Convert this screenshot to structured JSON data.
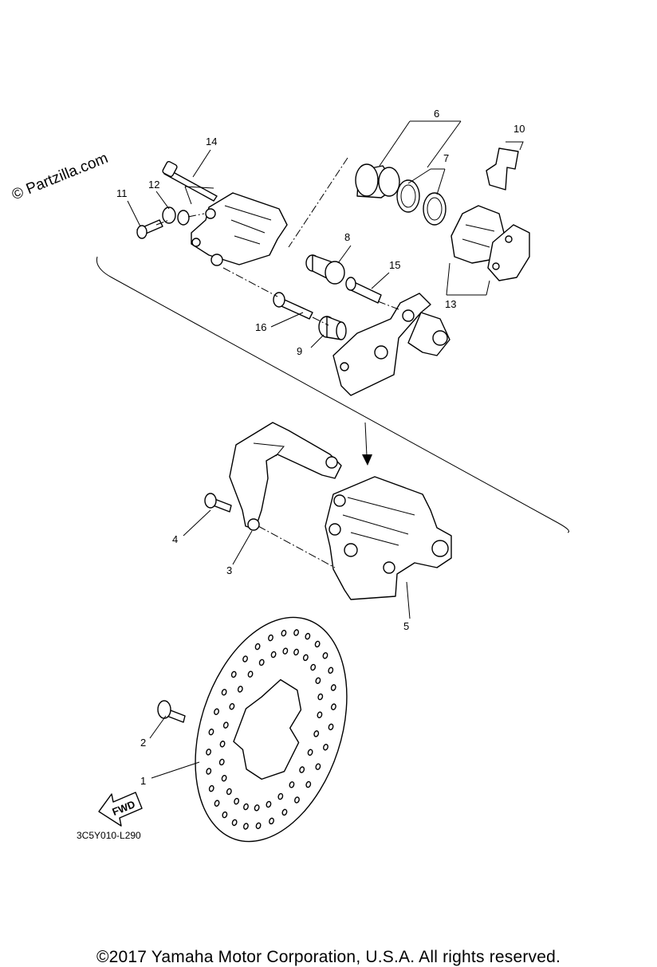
{
  "watermark": "© Partzilla.com",
  "diagram_code": "3C5Y010-L290",
  "copyright": "©2017 Yamaha Motor Corporation, U.S.A. All rights reserved.",
  "fwd_label": "FWD",
  "callouts": {
    "c1": "1",
    "c2": "2",
    "c3": "3",
    "c4": "4",
    "c5": "5",
    "c6": "6",
    "c7": "7",
    "c8": "8",
    "c9": "9",
    "c10": "10",
    "c11": "11",
    "c12": "12",
    "c13": "13",
    "c14": "14",
    "c15": "15",
    "c16": "16"
  },
  "colors": {
    "ink": "#000000",
    "background": "#ffffff"
  }
}
